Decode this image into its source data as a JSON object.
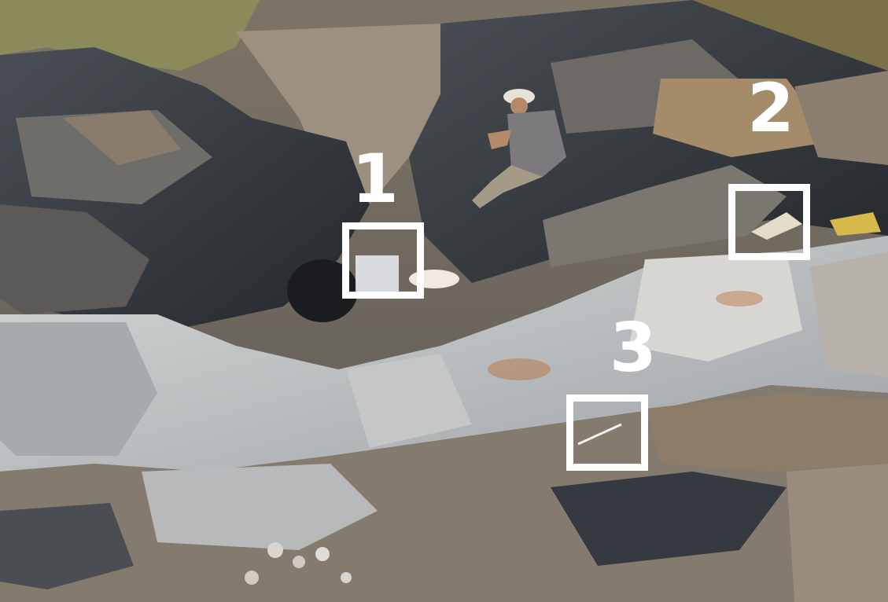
{
  "photo": {
    "subject": "rock outcrop",
    "colors": {
      "rock_dark": "#2f3338",
      "rock_grey": "#8a8f96",
      "rock_light": "#c9cbcb",
      "rock_tan": "#a08468",
      "soil": "#8f8070",
      "vegetation": "#8a8a52",
      "marker": "#ffffff"
    }
  },
  "markers": [
    {
      "label": "1"
    },
    {
      "label": "2"
    },
    {
      "label": "3"
    }
  ]
}
